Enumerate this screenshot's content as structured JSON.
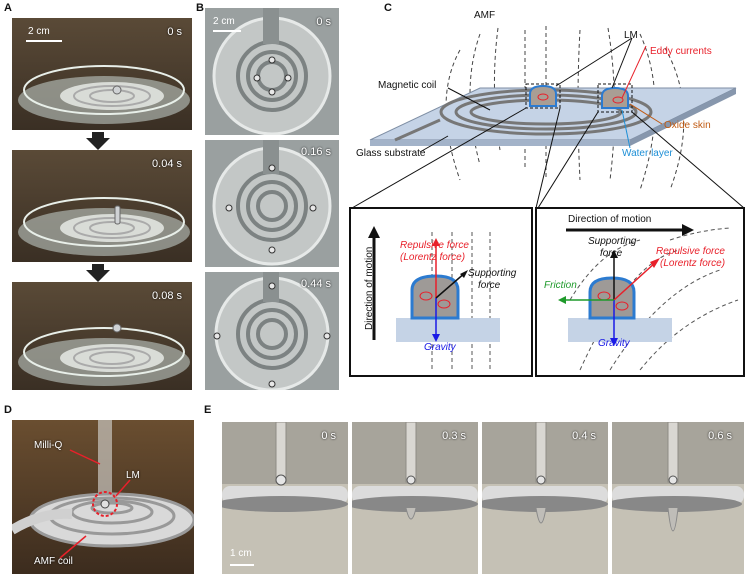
{
  "panels": {
    "A": {
      "label": "A",
      "scale": "2 cm",
      "times": [
        "0 s",
        "0.04 s",
        "0.08 s"
      ]
    },
    "B": {
      "label": "B",
      "scale": "2 cm",
      "times": [
        "0 s",
        "0.16 s",
        "0.44 s"
      ]
    },
    "C": {
      "label": "C",
      "amf": "AMF",
      "lm": "LM",
      "eddy": "Eddy currents",
      "coil": "Magnetic coil",
      "oxide": "Oxide skin",
      "glass": "Glass substrate",
      "water": "Water layer",
      "left": {
        "direction": "Direction of motion",
        "repulsive1": "Repulsive force",
        "repulsive2": "(Lorentz force)",
        "supporting1": "Supporting",
        "supporting2": "force",
        "gravity": "Gravity"
      },
      "right": {
        "direction": "Direction of motion",
        "supporting1": "Supporting",
        "supporting2": "force",
        "repulsive1": "Repulsive force",
        "repulsive2": "(Lorentz force)",
        "friction": "Friction",
        "gravity": "Gravity"
      }
    },
    "D": {
      "label": "D",
      "milliq": "Milli-Q",
      "lm": "LM",
      "coil": "AMF coil"
    },
    "E": {
      "label": "E",
      "scale": "1 cm",
      "times": [
        "0 s",
        "0.3 s",
        "0.4 s",
        "0.6 s"
      ]
    }
  },
  "colors": {
    "red": "#e8202a",
    "blue": "#1a1ae6",
    "green": "#1f9a2b",
    "orange": "#c05a12",
    "cyan": "#1e8fd6"
  }
}
